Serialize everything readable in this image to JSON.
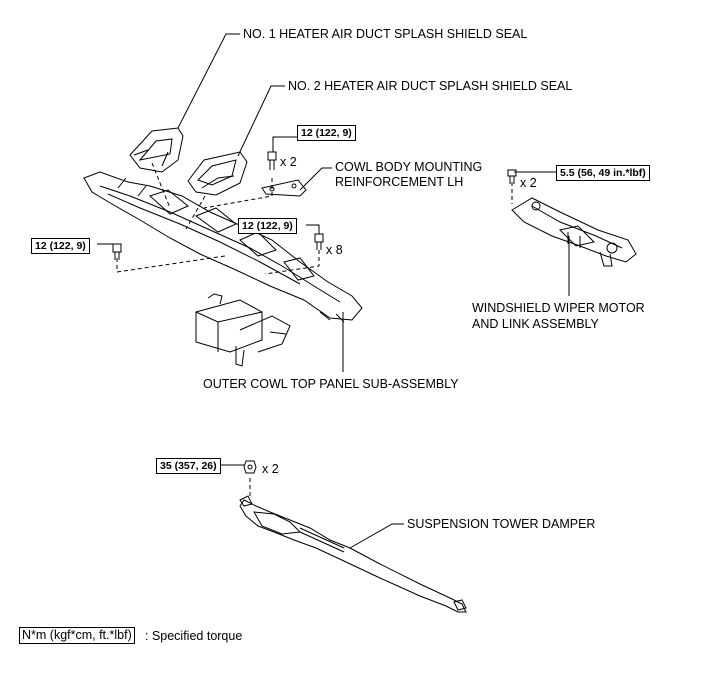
{
  "labels": {
    "seal1": "NO. 1 HEATER AIR DUCT SPLASH SHIELD SEAL",
    "seal2": "NO. 2 HEATER AIR DUCT SPLASH SHIELD SEAL",
    "cowl_reinf_line1": "COWL BODY MOUNTING",
    "cowl_reinf_line2": "REINFORCEMENT LH",
    "wiper_line1": "WINDSHIELD WIPER MOTOR",
    "wiper_line2": "AND LINK ASSEMBLY",
    "cowl_panel": "OUTER COWL TOP PANEL SUB-ASSEMBLY",
    "damper": "SUSPENSION TOWER DAMPER"
  },
  "torques": {
    "reinf_bolt": "12 (122, 9)",
    "panel_bolt_left": "12 (122, 9)",
    "panel_bolt_mid": "12 (122, 9)",
    "wiper_bolt": "5.5 (56, 49 in.*lbf)",
    "damper_nut": "35 (357, 26)"
  },
  "quantities": {
    "reinf_bolt": "x 2",
    "panel_bolt_mid": "x 8",
    "wiper_bolt": "x 2",
    "damper_nut": "x 2"
  },
  "legend": {
    "unit_box": "N*m (kgf*cm, ft.*lbf)",
    "description": ": Specified torque"
  }
}
